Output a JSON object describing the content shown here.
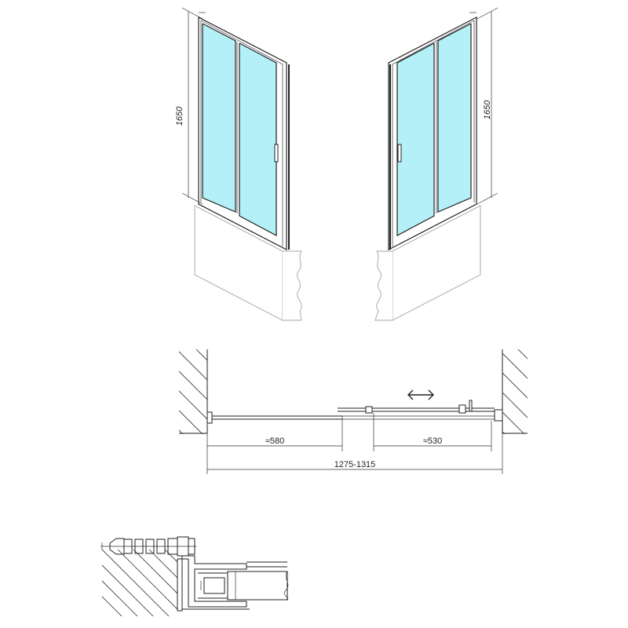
{
  "dimensions": {
    "left_height": "1650",
    "right_height": "1650",
    "left_opening": "≈580",
    "right_opening": "≈530",
    "total_width": "1275-1315"
  },
  "colors": {
    "glass": "#b3f0f8",
    "lines": "#222222",
    "bath_outline": "#b8b8b8"
  },
  "icons": {
    "slide_direction": "double-arrow-icon"
  }
}
